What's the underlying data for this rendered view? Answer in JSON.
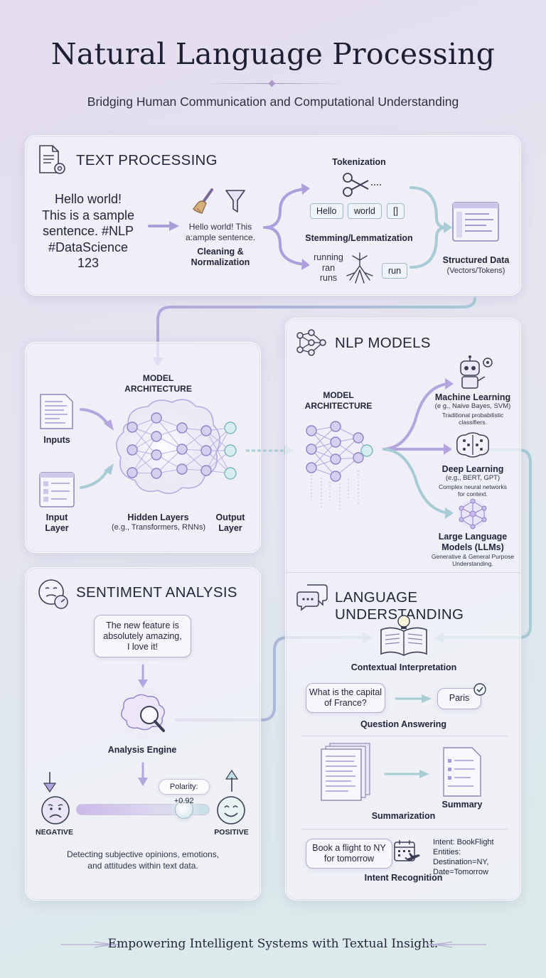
{
  "header": {
    "title": "Natural Language Processing",
    "subtitle": "Bridging Human Communication and Computational Understanding"
  },
  "text_processing": {
    "title": "TEXT PROCESSING",
    "raw_text": [
      "Hello world!",
      "This is a sample",
      "sentence. #NLP",
      "#DataScience",
      "123"
    ],
    "cleaned_text": [
      "Hello world! This",
      "a:ample sentence."
    ],
    "cleaning_label": [
      "Cleaning &",
      "Normalization"
    ],
    "tokenization_label": "Tokenization",
    "tokens": [
      "Hello",
      "world",
      "[]"
    ],
    "stemming_label": "Stemming/Lemmatization",
    "stem_words": [
      "running",
      "ran",
      "runs"
    ],
    "stem_result": "run",
    "structured_label": "Structured Data",
    "structured_sub": "(Vectors/Tokens)"
  },
  "architecture_panel": {
    "title": [
      "MODEL",
      "ARCHITECTURE"
    ],
    "inputs_label": "Inputs",
    "input_layer_label": [
      "Input",
      "Layer"
    ],
    "hidden_label": "Hidden Layers",
    "hidden_sub": "(e.g., Transformers, RNNs)",
    "output_label": [
      "Output",
      "Layer"
    ]
  },
  "nlp_models": {
    "title": "NLP MODELS",
    "arch_label": [
      "MODEL",
      "ARCHITECTURE"
    ],
    "ml": {
      "title": "Machine Learning",
      "sub": "(e g., Naive Bayes, SVM)",
      "desc": [
        "Traditional probabilistic",
        "classifiers."
      ]
    },
    "dl": {
      "title": "Deep Learning",
      "sub": "(e.g., BERT, GPT)",
      "desc": [
        "Complex neural networks",
        "for context."
      ]
    },
    "llm": {
      "title": [
        "Large Language",
        "Models (LLMs)"
      ],
      "desc": [
        "Generative & General Purpose",
        "Understanding."
      ]
    }
  },
  "sentiment": {
    "title": "SENTIMENT ANALYSIS",
    "quote": [
      "The new feature is",
      "absolutely amazing,",
      "I love it!"
    ],
    "engine_label": "Analysis Engine",
    "polarity": "Polarity: +0.92",
    "polarity_value": 0.92,
    "negative_label": "NEGATIVE",
    "positive_label": "POSITIVE",
    "desc": [
      "Detecting subjective opinions, emotions,",
      "and attitudes within text data."
    ]
  },
  "language_understanding": {
    "title": "LANGUAGE UNDERSTANDING",
    "contextual_label": "Contextual Interpretation",
    "question": [
      "What is the capital",
      "of France?"
    ],
    "answer": "Paris",
    "qa_label": "Question Answering",
    "summarization_label": "Summarization",
    "summary_label": "Summary",
    "intent_request": [
      "Book a flight to NY",
      "for tomorrow"
    ],
    "intent_text": "Intent: BookFlight",
    "entities_text": [
      "Entities: Destination=NY,",
      "Date=Tomorrow"
    ],
    "intent_label": "Intent Recognition"
  },
  "footer": {
    "tagline": "Empowering Intelligent Systems with Textual Insight."
  },
  "colors": {
    "accent_purple": "#a59bd4",
    "accent_teal": "#9cc6d0",
    "node_fill": "#d9d2f0",
    "text_dark": "#22263a"
  }
}
